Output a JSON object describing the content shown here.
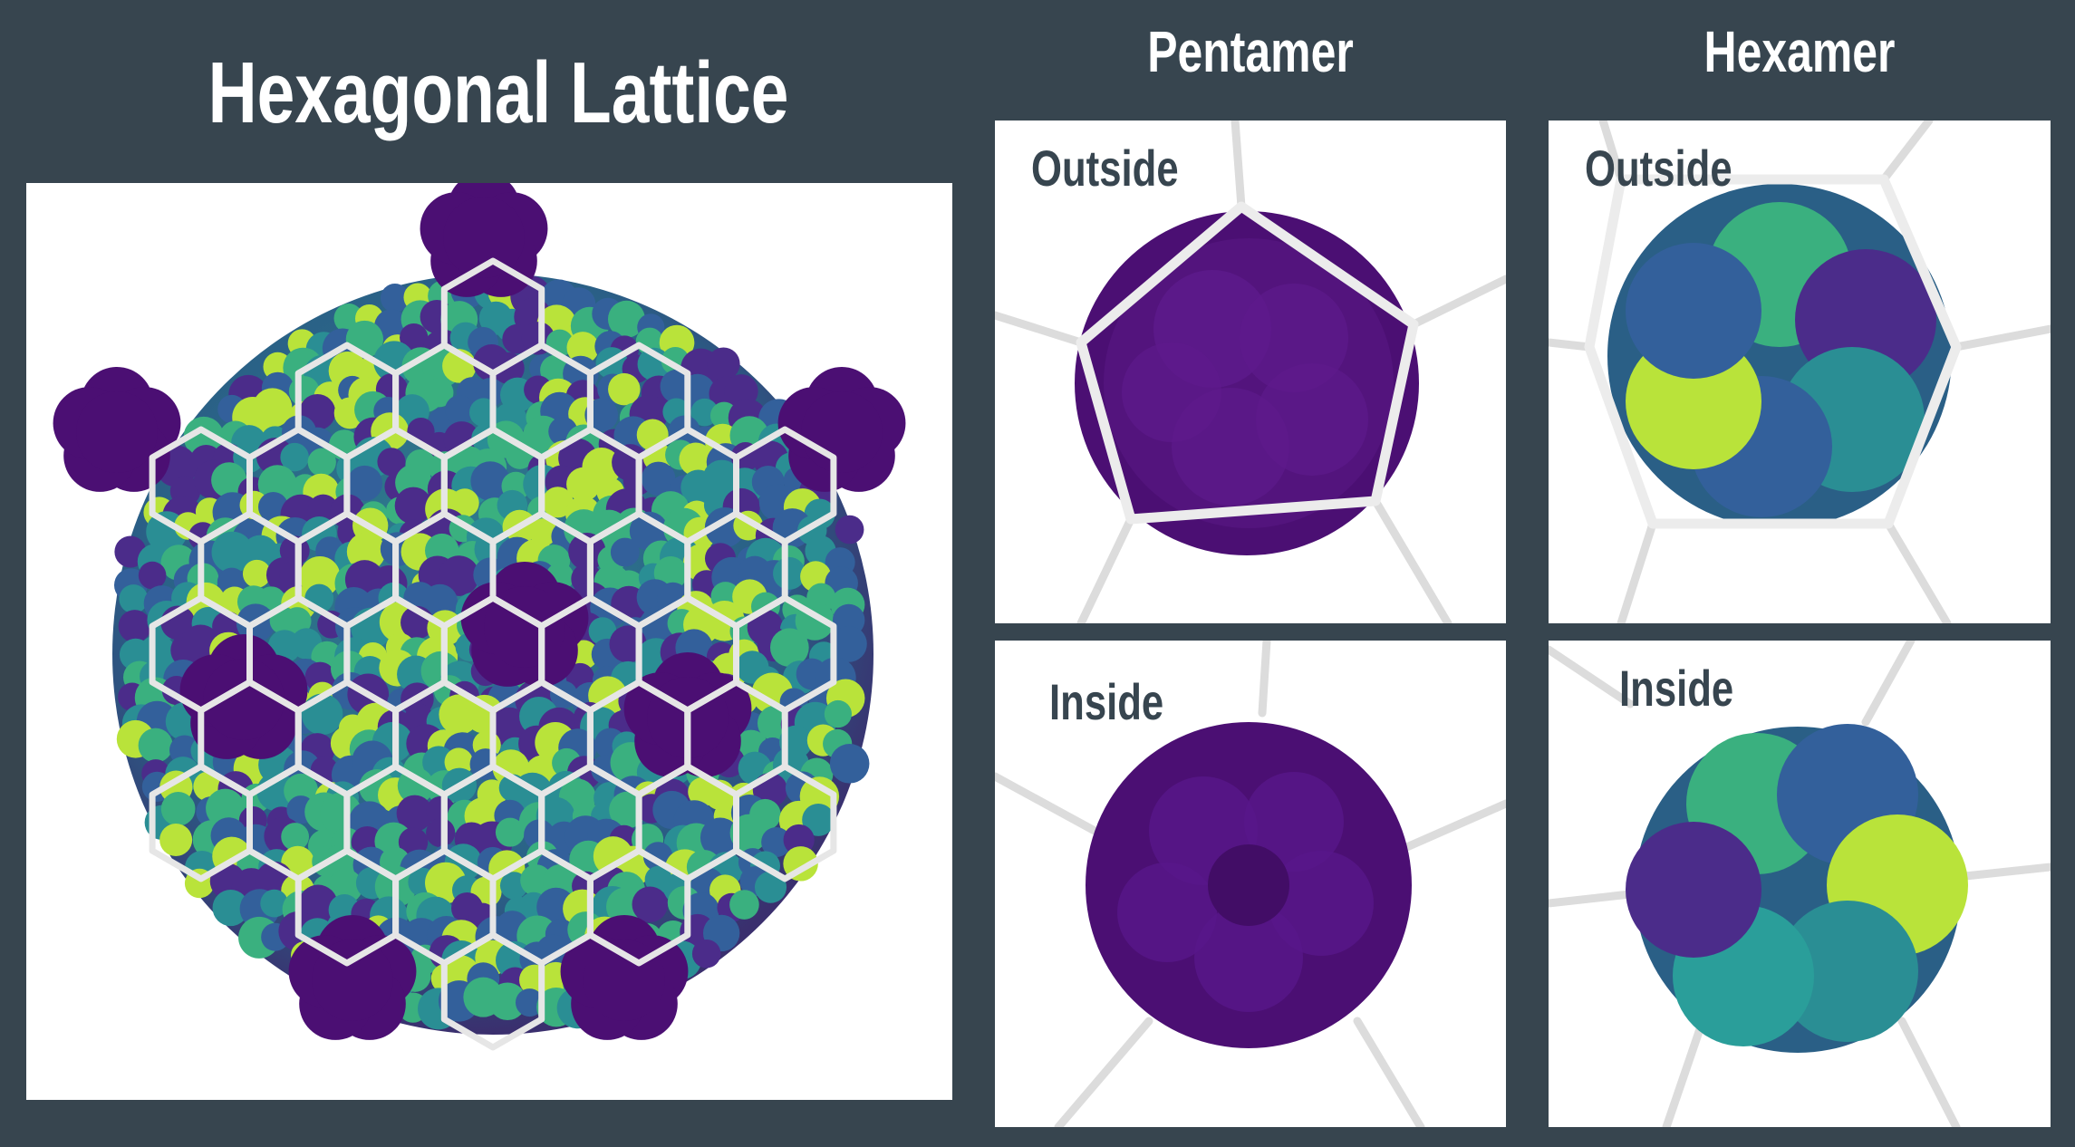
{
  "figure": {
    "main_title": "Hexagonal Lattice",
    "column_titles": {
      "pentamer": "Pentamer",
      "hexamer": "Hexamer"
    },
    "panel_labels": {
      "pentamer_outside": "Outside",
      "hexamer_outside": "Outside",
      "pentamer_inside": "Inside",
      "hexamer_inside": "Inside"
    },
    "colors": {
      "background": "#37454f",
      "lattice": "#e6e6e6",
      "pentamer": "#4b0f73",
      "hexamer_palette": [
        "#4b2c8a",
        "#33609b",
        "#2a8e94",
        "#3ab07f",
        "#b9e33a"
      ]
    }
  }
}
